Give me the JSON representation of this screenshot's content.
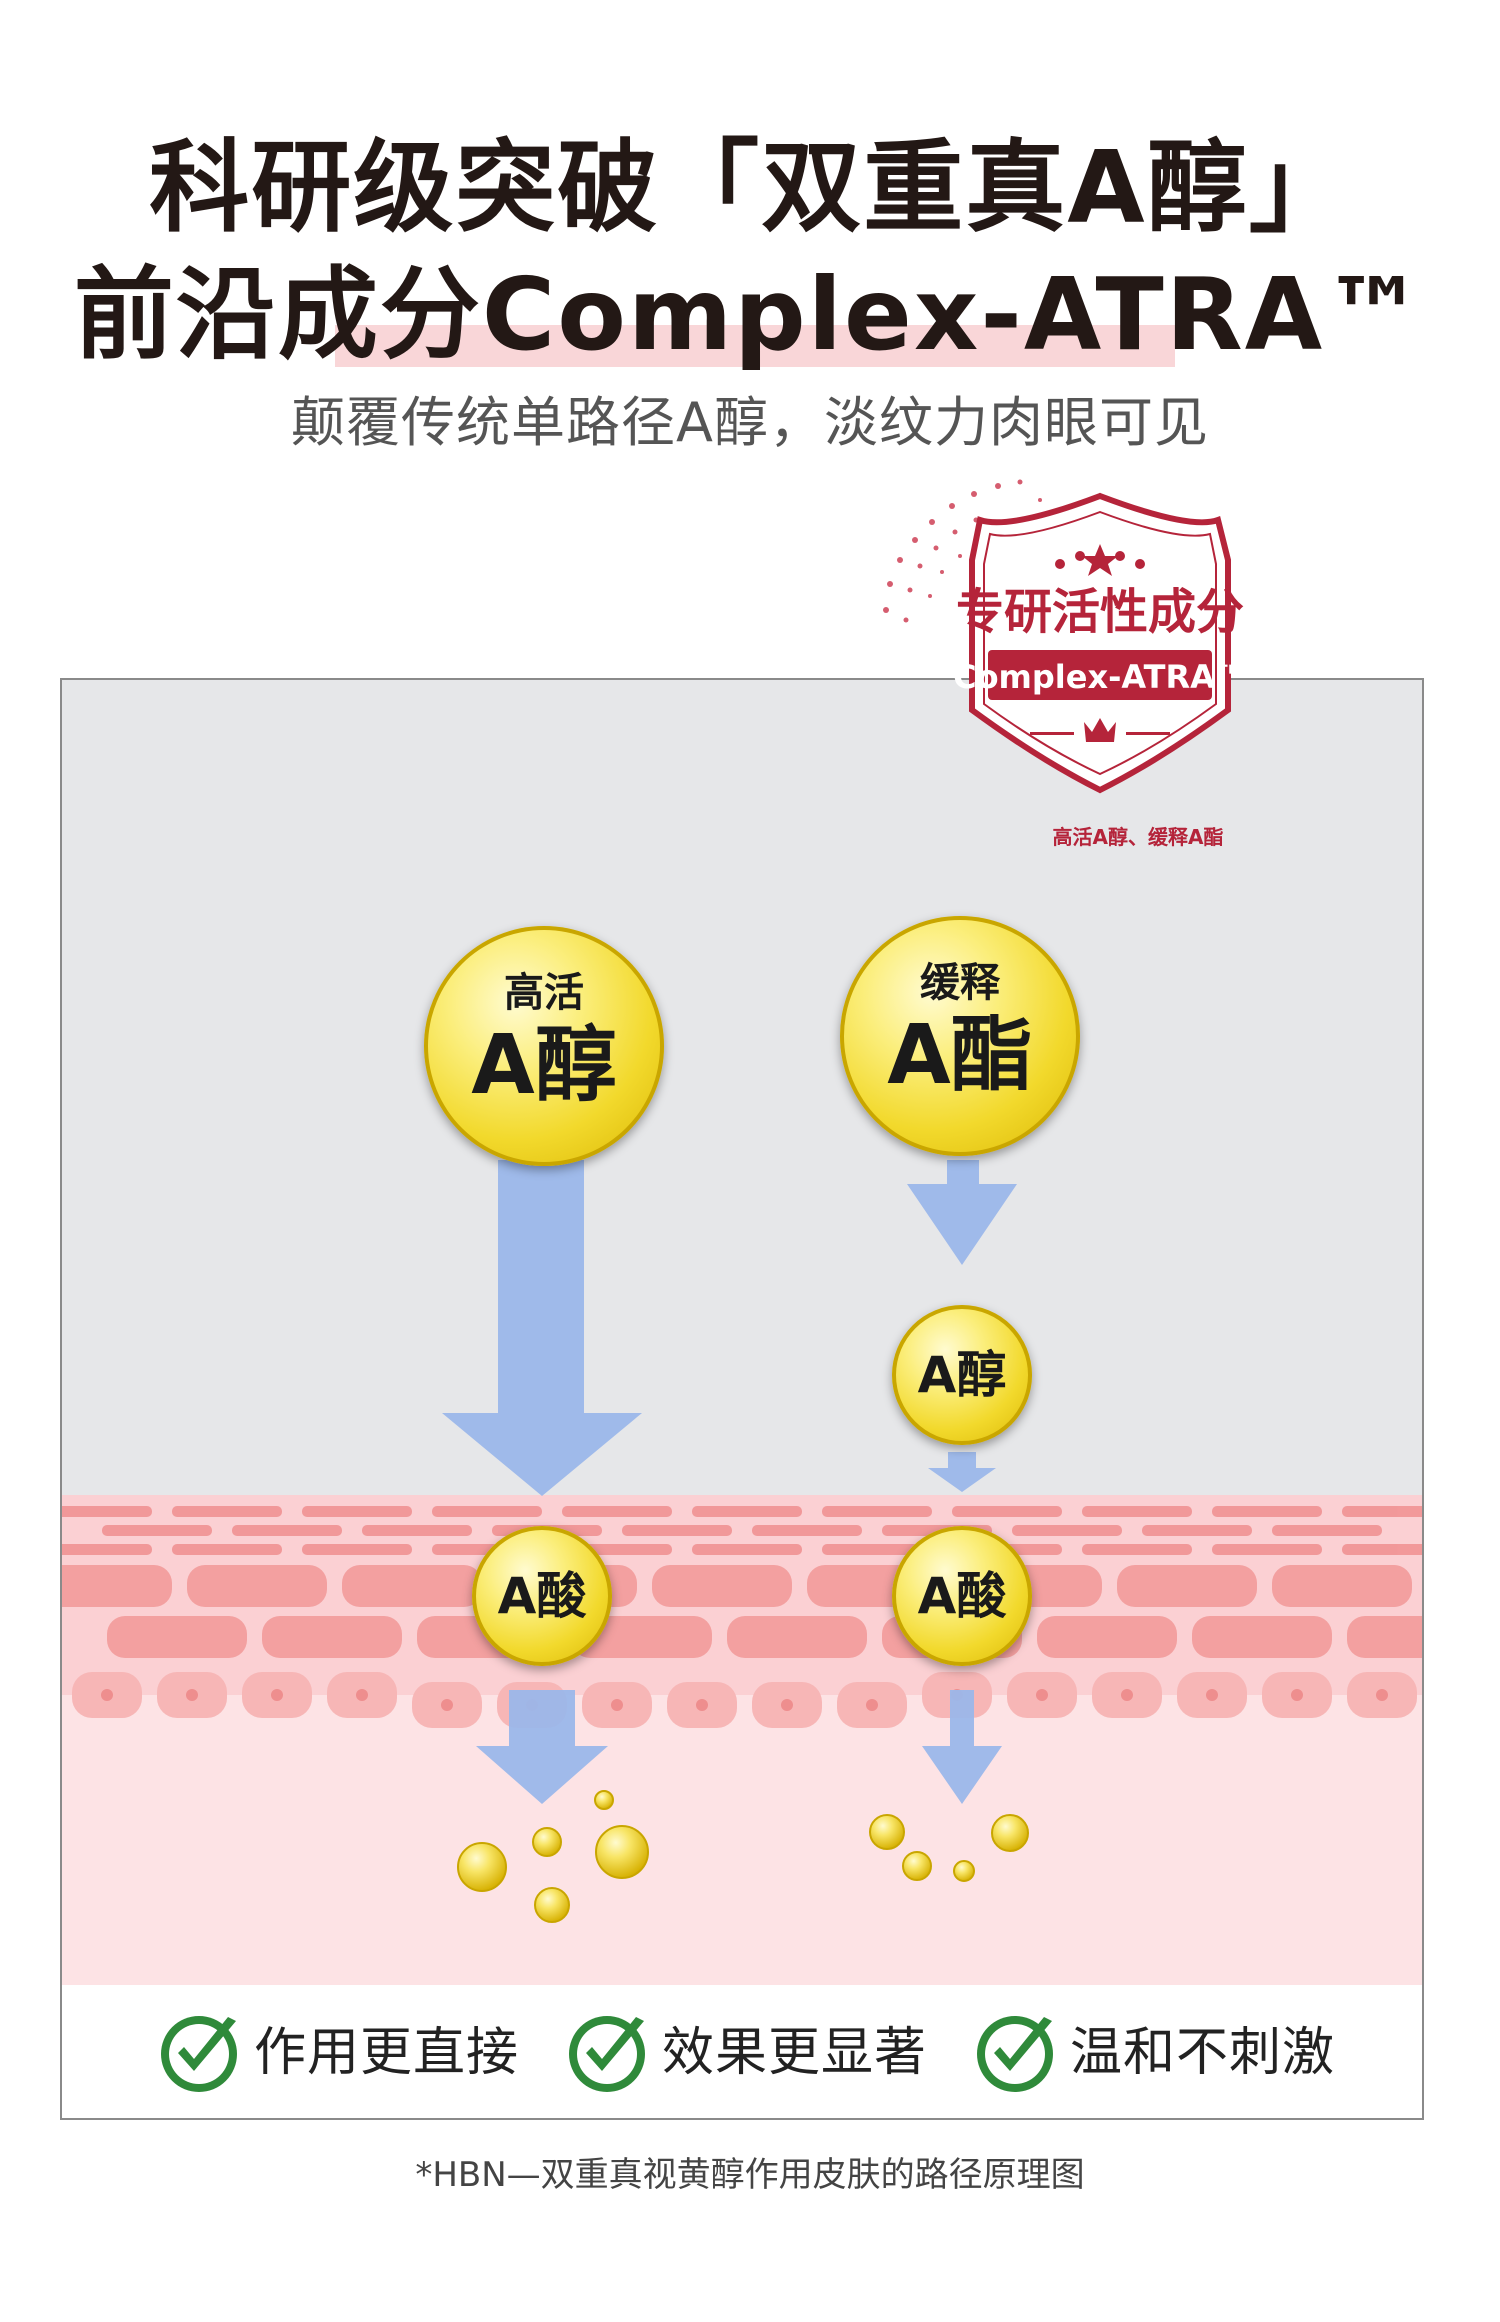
{
  "header": {
    "title_line1": "科研级突破「双重真A醇」",
    "title_line2": "前沿成分Complex-ATRA™",
    "subtitle": "颠覆传统单路径A醇，淡纹力肉眼可见"
  },
  "badge": {
    "title": "专研活性成分",
    "ribbon": "Complex-ATRA™",
    "note": "高活A醇、缓释A酯"
  },
  "diagram": {
    "left_orb_small": "高活",
    "left_orb_big": "A醇",
    "right_orb_small": "缓释",
    "right_orb_big": "A酯",
    "right_mid_orb": "A醇",
    "left_skin_orb": "A酸",
    "right_skin_orb": "A酸"
  },
  "features": [
    {
      "label": "作用更直接",
      "icon": "check-icon"
    },
    {
      "label": "效果更显著",
      "icon": "check-icon"
    },
    {
      "label": "温和不刺激",
      "icon": "check-icon"
    }
  ],
  "caption": "*HBN—双重真视黄醇作用皮肤的路径原理图",
  "colors": {
    "brand_red": "#b5243a",
    "arrow_blue": "#9bb7ea",
    "skin_pink": "#f4a3a3",
    "check_green": "#2f8a3a",
    "panel_gray": "#e6e7e9"
  }
}
